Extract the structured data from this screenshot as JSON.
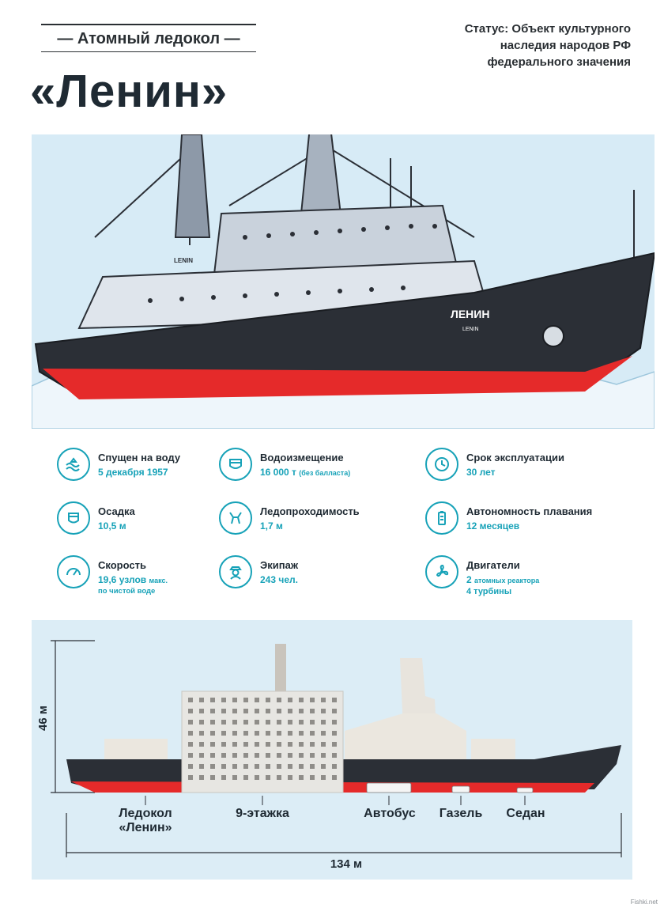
{
  "header": {
    "subtitle": "— Атомный ледокол —",
    "title": "«Ленин»",
    "status_line1": "Статус: Объект культурного",
    "status_line2": "наследия народов РФ",
    "status_line3": "федерального значения"
  },
  "hero": {
    "ship_name": "ЛЕНИН",
    "ship_name_latin": "LENIN",
    "side_label": "LENIN"
  },
  "specs": [
    {
      "icon": "wave-icon",
      "label": "Спущен на воду",
      "value": "5 декабря 1957"
    },
    {
      "icon": "hull-icon",
      "label": "Водоизмещение",
      "value": "16 000 т",
      "note": "(без балласта)"
    },
    {
      "icon": "clock-icon",
      "label": "Срок эксплуатации",
      "value": "30 лет"
    },
    {
      "icon": "draft-icon",
      "label": "Осадка",
      "value": "10,5 м"
    },
    {
      "icon": "icebreak-icon",
      "label": "Ледопроходимость",
      "value": "1,7 м"
    },
    {
      "icon": "battery-icon",
      "label": "Автономность плавания",
      "value": "12 месяцев"
    },
    {
      "icon": "speedometer-icon",
      "label": "Скорость",
      "value": "19,6 узлов",
      "note": "макс.",
      "value2": "по чистой воде"
    },
    {
      "icon": "sailor-icon",
      "label": "Экипаж",
      "value": "243 чел."
    },
    {
      "icon": "propeller-icon",
      "label": "Двигатели",
      "value": "2",
      "note": "атомных реактора",
      "value2": "4 турбины"
    }
  ],
  "comparison": {
    "height_label": "46 м",
    "length_label": "134 м",
    "labels": {
      "icebreaker_1": "Ледокол",
      "icebreaker_2": "«Ленин»",
      "building": "9-этажка",
      "bus": "Автобус",
      "van": "Газель",
      "sedan": "Седан"
    }
  },
  "watermark": "Fishki.net",
  "colors": {
    "accent": "#17a2b8",
    "hull": "#2b2f36",
    "waterline": "#e52a2a",
    "background_panel": "#dcedf6"
  }
}
